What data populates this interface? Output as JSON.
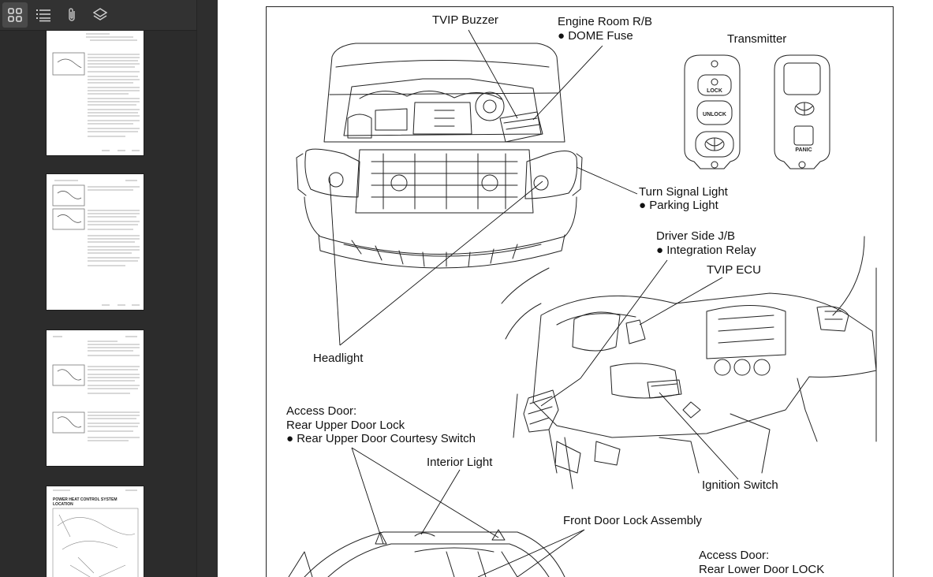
{
  "toolbar": {
    "icons": [
      "thumbnails-icon",
      "outline-icon",
      "attachments-icon",
      "layers-icon"
    ]
  },
  "sidebar": {
    "thumbnails": [
      {
        "header": "INSPECTION",
        "footer": ""
      },
      {
        "header": "",
        "footer": ""
      },
      {
        "header": "REPLACEMENT",
        "footer": ""
      },
      {
        "header": "POWER HEAT CONTROL SYSTEM",
        "subheader": "LOCATION"
      }
    ]
  },
  "diagram": {
    "labels": {
      "tvip_buzzer": "TVIP Buzzer",
      "engine_room_rb": "Engine Room R/B",
      "dome_fuse": "● DOME Fuse",
      "transmitter": "Transmitter",
      "turn_signal_light": "Turn Signal Light",
      "parking_light": "● Parking Light",
      "driver_side_jb": "Driver Side J/B",
      "integration_relay": "● Integration Relay",
      "tvip_ecu": "TVIP ECU",
      "headlight": "Headlight",
      "access_door_1": "Access Door:",
      "rear_upper_door_lock": "Rear Upper Door Lock",
      "rear_upper_courtesy": "● Rear Upper Door Courtesy Switch",
      "interior_light": "Interior Light",
      "ignition_switch": "Ignition Switch",
      "front_door_lock_assembly": "Front Door Lock Assembly",
      "access_door_2": "Access Door:",
      "rear_lower_door_lock": "Rear Lower Door LOCK"
    },
    "transmitter_buttons": {
      "lock": "LOCK",
      "unlock": "UNLOCK",
      "panic": "PANIC"
    }
  }
}
